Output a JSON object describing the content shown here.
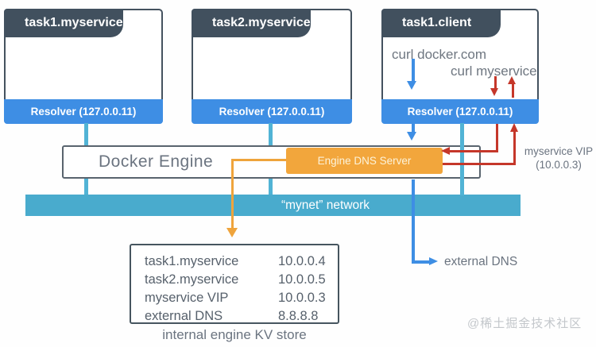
{
  "colors": {
    "container_header": "#41505E",
    "resolver_blue": "#3E8EE4",
    "network_teal": "#49ABCD",
    "connector_teal": "#51B3D5",
    "dns_orange": "#F2A63C",
    "arrow_orange": "#EFA43C",
    "arrow_red": "#C5372A",
    "arrow_blue": "#3E8EE4",
    "text_gray": "#6B7480",
    "table_text": "#57616C",
    "watermark_gray": "#C3C7CB"
  },
  "containers": [
    {
      "title": "task1.myservice",
      "resolver": "Resolver (127.0.0.11)"
    },
    {
      "title": "task2.myservice",
      "resolver": "Resolver (127.0.0.11)"
    },
    {
      "title": "task1.client",
      "resolver": "Resolver (127.0.0.11)",
      "curl_external": "curl docker.com",
      "curl_service": "curl myservice"
    }
  ],
  "engine": {
    "title": "Docker Engine",
    "dns_server_label": "Engine DNS Server"
  },
  "network": {
    "label": "“mynet” network"
  },
  "labels": {
    "myservice_vip": "myservice VIP",
    "myservice_vip_ip": "(10.0.0.3)",
    "external_dns": "external DNS"
  },
  "kv_store": {
    "caption": "internal engine KV store",
    "rows": [
      {
        "key": "task1.myservice",
        "value": "10.0.0.4"
      },
      {
        "key": "task2.myservice",
        "value": "10.0.0.5"
      },
      {
        "key": "myservice VIP",
        "value": "10.0.0.3"
      },
      {
        "key": "external DNS",
        "value": "8.8.8.8"
      }
    ]
  },
  "watermark": "@稀土掘金技术社区",
  "icons": {
    "down-arrow-blue-icon": "CSS triangle #3E8EE4 (DNS query to engine / external)",
    "down-arrow-red-icon": "CSS triangle #C5372A (myservice lookup request)",
    "up-arrow-red-icon": "CSS triangle #C5372A (myservice VIP reply)",
    "down-arrow-orange-icon": "CSS triangle #EFA43C (engine DNS reads KV store)",
    "right-arrow-blue-icon": "CSS triangle #3E8EE4 (forward to external DNS)",
    "left-arrow-red-icon": "CSS triangle #C5372A (query into engine DNS server)"
  }
}
